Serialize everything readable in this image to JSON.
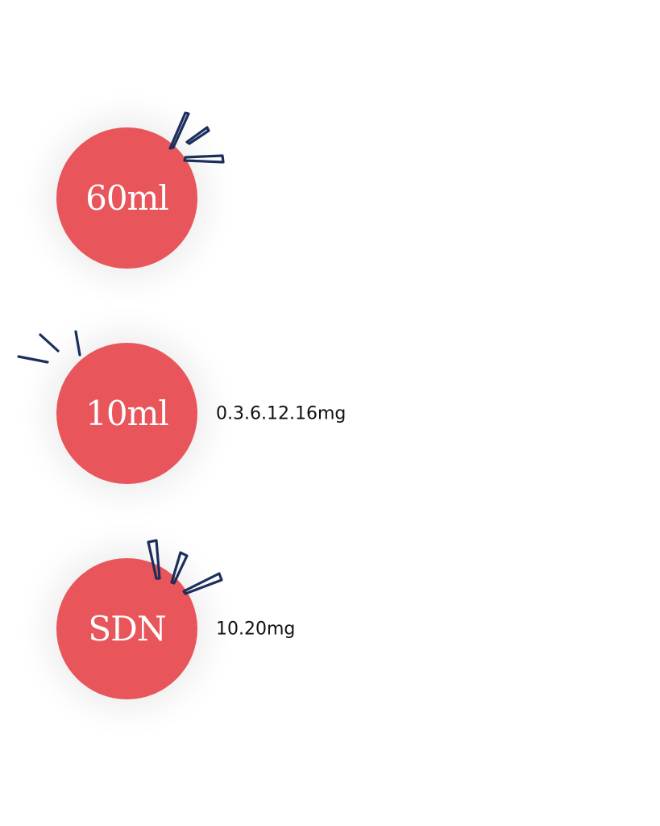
{
  "colors": {
    "badge_fill": "#e8555a",
    "accent_marks": "#1c2e5c"
  },
  "badges": [
    {
      "label": "60ml",
      "caption": ""
    },
    {
      "label": "10ml",
      "caption": "0.3.6.12.16mg"
    },
    {
      "label": "SDN",
      "caption": "10.20mg"
    }
  ]
}
